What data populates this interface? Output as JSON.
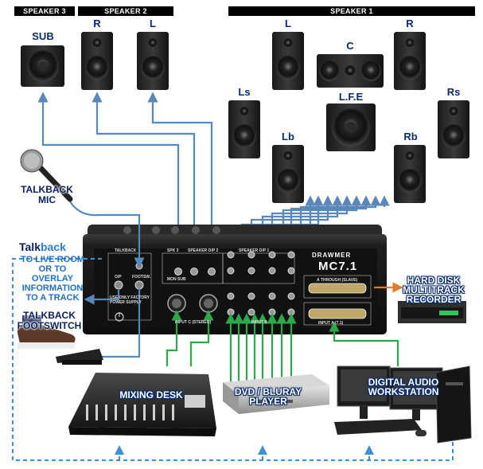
{
  "sections": {
    "speaker3": "SPEAKER 3",
    "speaker2": "SPEAKER 2",
    "speaker1": "SPEAKER 1"
  },
  "speakers": {
    "sub": "SUB",
    "s2_r": "R",
    "s2_l": "L",
    "s1_l": "L",
    "s1_c": "C",
    "s1_r": "R",
    "ls": "Ls",
    "lfe": "L.F.E",
    "rs": "Rs",
    "lb": "Lb",
    "rb": "Rb"
  },
  "inputs": {
    "talkback_mic": [
      "TALKBACK",
      "MIC"
    ],
    "talkback_footswitch": [
      "TALKBACK",
      "FOOTSWITCH"
    ],
    "hard_disk": [
      "HARD DISK",
      "MULTITRACK",
      "RECORDER"
    ],
    "mixing_desk": "MIXING DESK",
    "dvd_player": [
      "DVD / BLURAY",
      "PLAYER"
    ],
    "daw": [
      "DIGITAL AUDIO",
      "WORKSTATION"
    ]
  },
  "talkback_logo": {
    "part1": "Talk",
    "part2": "back"
  },
  "talkback_note": [
    "TO LIVE ROOM",
    "OR TO",
    "OVERLAY",
    "INFORMATION",
    "TO A TRACK"
  ],
  "device": {
    "brand": "DRAWMER",
    "model": "MC7.1",
    "panel_labels": {
      "talkback": "TALKBACK",
      "o_p": "O/P",
      "footswitch": "FOOTSW.",
      "mon_sub": "MON SUB",
      "speaker3": "SPK 3",
      "speaker2": "SPEAKER O/P 2",
      "speaker1": "SPEAKER O/P 1",
      "input_c": "INPUT C (STEREO)",
      "input_b": "INPUT B",
      "input_a": "INPUT A (7.1)",
      "through": "A THROUGH (SLAVE)",
      "power": "USE ONLY FACTORY POWER SUPPLY"
    }
  },
  "colors": {
    "blue_line": "#5a87b9",
    "green_line": "#2aa84a",
    "orange_line": "#e2792b",
    "dashed_line": "#3d8fd6",
    "header_bg": "#000000"
  }
}
